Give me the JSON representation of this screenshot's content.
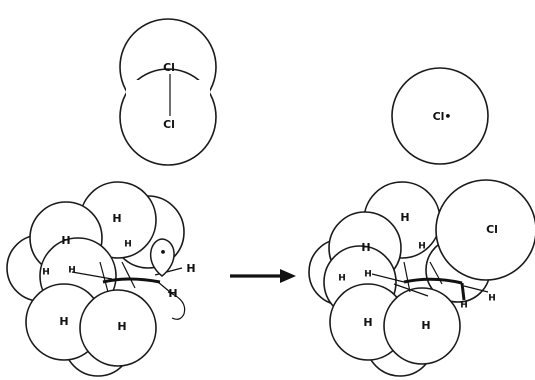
{
  "molecule_cl2": {
    "atom_top": "Cl",
    "atom_bottom": "Cl"
  },
  "chlorine_radical": {
    "label": "Cl•"
  },
  "reactant_cluster": {
    "labels": [
      "H",
      "H",
      "H",
      "H",
      "H",
      "H",
      "H",
      "H",
      "H"
    ],
    "radical_dot": "•"
  },
  "product_cluster": {
    "labels": [
      "H",
      "H",
      "Cl",
      "H",
      "H",
      "H",
      "H",
      "H",
      "H",
      "H"
    ]
  },
  "arrow": {
    "color": "#111111"
  },
  "colors": {
    "outline": "#1a1a1a",
    "background": "#ffffff"
  }
}
